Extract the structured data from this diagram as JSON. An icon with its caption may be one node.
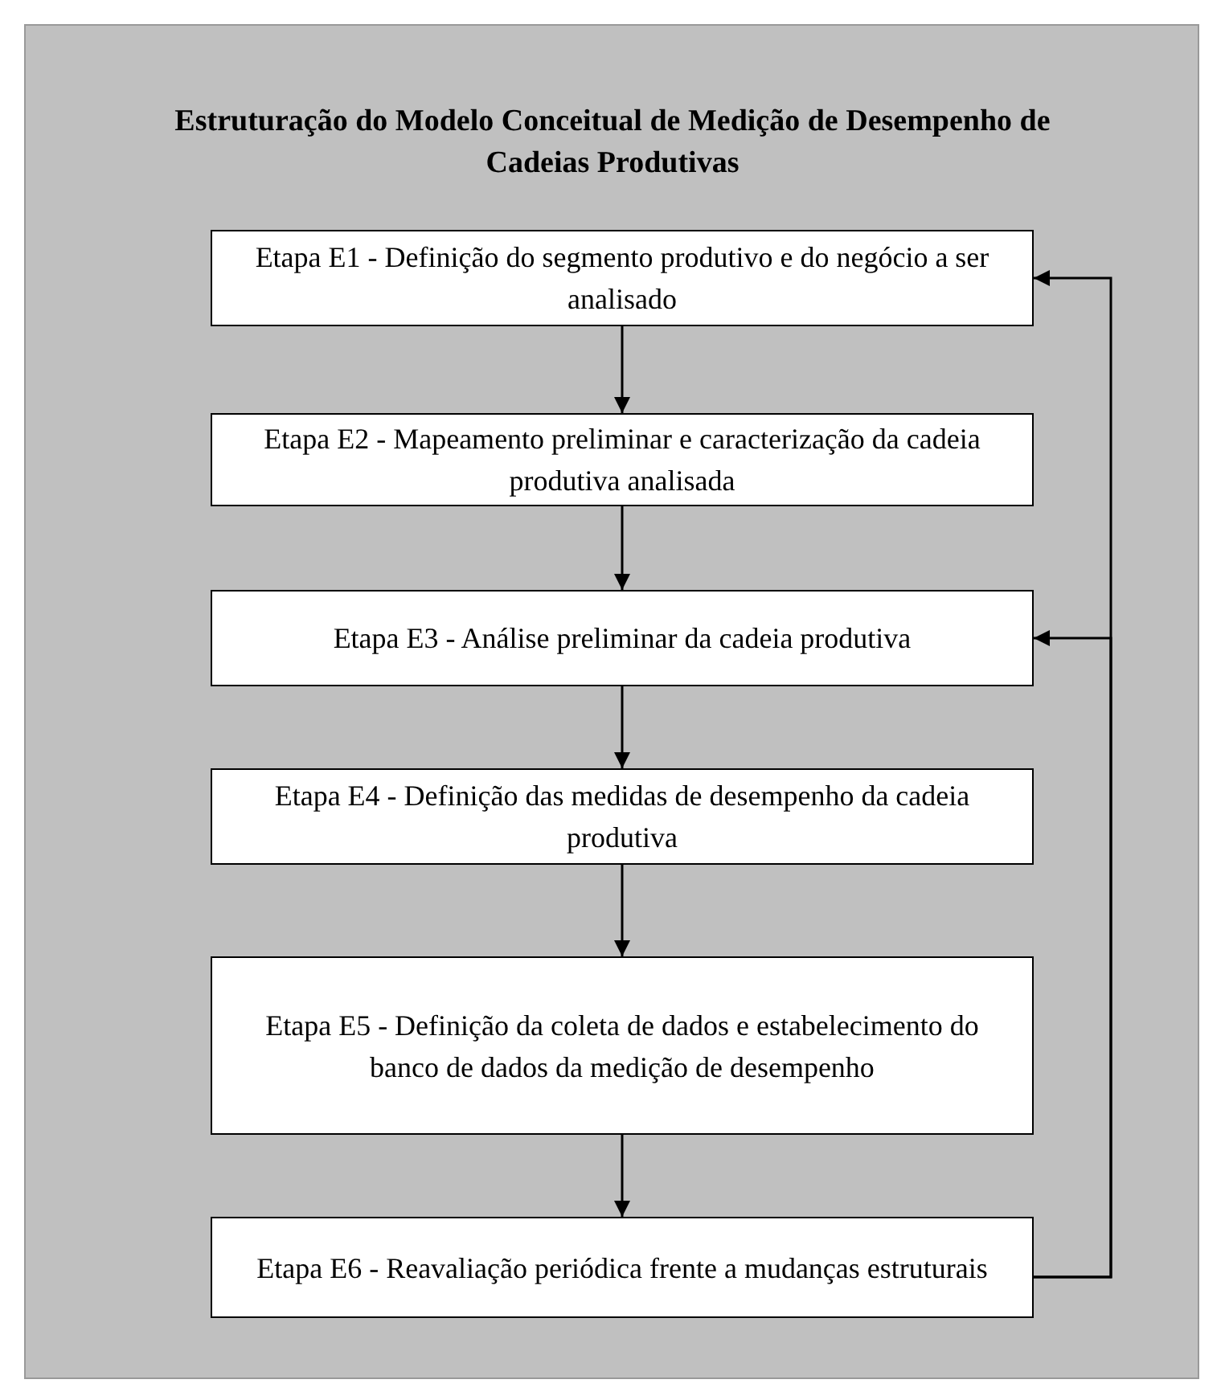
{
  "diagram": {
    "title": "Estruturação do Modelo Conceitual de Medição de Desempenho de Cadeias Produtivas",
    "nodes": [
      {
        "text": [
          "Etapa E1 - Definição do segmento produtivo e do negócio a ser analisado"
        ]
      },
      {
        "text": [
          "Etapa E2 - Mapeamento preliminar e caracterização da cadeia produtiva analisada"
        ]
      },
      {
        "text": [
          "Etapa E3 - Análise preliminar da cadeia produtiva"
        ]
      },
      {
        "text": [
          "Etapa E4 - Definição das medidas de desempenho da cadeia produtiva"
        ]
      },
      {
        "text": [
          "Etapa E5 - Definição da coleta de dados e estabelecimento do banco de dados da medição de desempenho"
        ]
      },
      {
        "text": [
          "Etapa E6 - Reavaliação periódica frente a mudanças estruturais"
        ]
      }
    ],
    "edges": [
      {
        "from": 0,
        "to": 1,
        "arrow": "to"
      },
      {
        "from": 1,
        "to": 2,
        "arrow": "to"
      },
      {
        "from": 2,
        "to": 3,
        "arrow": "to"
      },
      {
        "from": 3,
        "to": 4,
        "arrow": "to"
      },
      {
        "from": 4,
        "to": 5,
        "arrow": "to"
      },
      {
        "from": 5,
        "to": 0,
        "arrow": "to"
      },
      {
        "from": 5,
        "to": 2,
        "arrow": "to"
      }
    ]
  }
}
